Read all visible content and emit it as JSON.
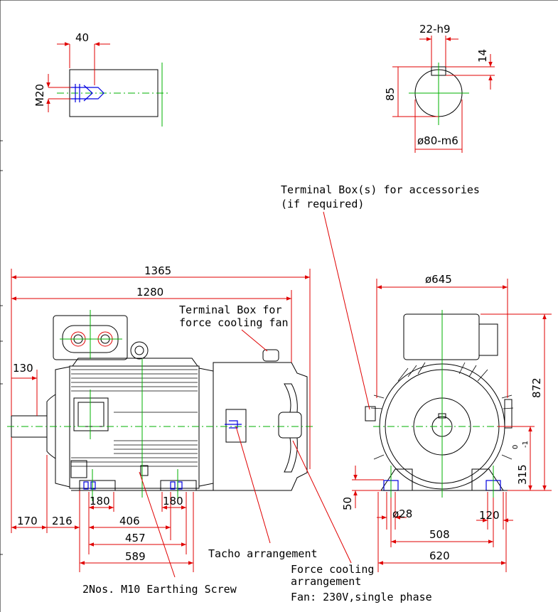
{
  "shaft_end_detail": {
    "dim_thread_length": "40",
    "dim_thread": "M20"
  },
  "shaft_section": {
    "dim_key_width": "22-h9",
    "dim_key_depth": "14",
    "dim_key_height": "85",
    "dim_shaft_dia": "ø80-m6"
  },
  "side_view": {
    "dim_overall_length": "1365",
    "dim_body_length": "1280",
    "dim_shaft_ext": "130",
    "dim_170": "170",
    "dim_216": "216",
    "dim_180_left": "180",
    "dim_180_right": "180",
    "dim_406": "406",
    "dim_457": "457",
    "dim_589": "589"
  },
  "end_view": {
    "dim_flange_dia": "ø645",
    "dim_height_total": "872",
    "dim_shaft_height": "315",
    "dim_shaft_tol_upper": "0",
    "dim_shaft_tol_lower": "-1",
    "dim_foot_height": "50",
    "dim_hole": "ø28",
    "dim_foot_width": "120",
    "dim_508": "508",
    "dim_620": "620"
  },
  "callouts": {
    "terminal_accessories_line1": "Terminal Box(s) for accessories",
    "terminal_accessories_line2": "(if required)",
    "terminal_fan_line1": "Terminal Box for",
    "terminal_fan_line2": "force cooling fan",
    "tacho": "Tacho arrangement",
    "force_cooling_line1": "Force cooling",
    "force_cooling_line2": "arrangement",
    "fan_spec": "Fan: 230V,single phase",
    "earthing": "2Nos. M10 Earthing Screw"
  }
}
